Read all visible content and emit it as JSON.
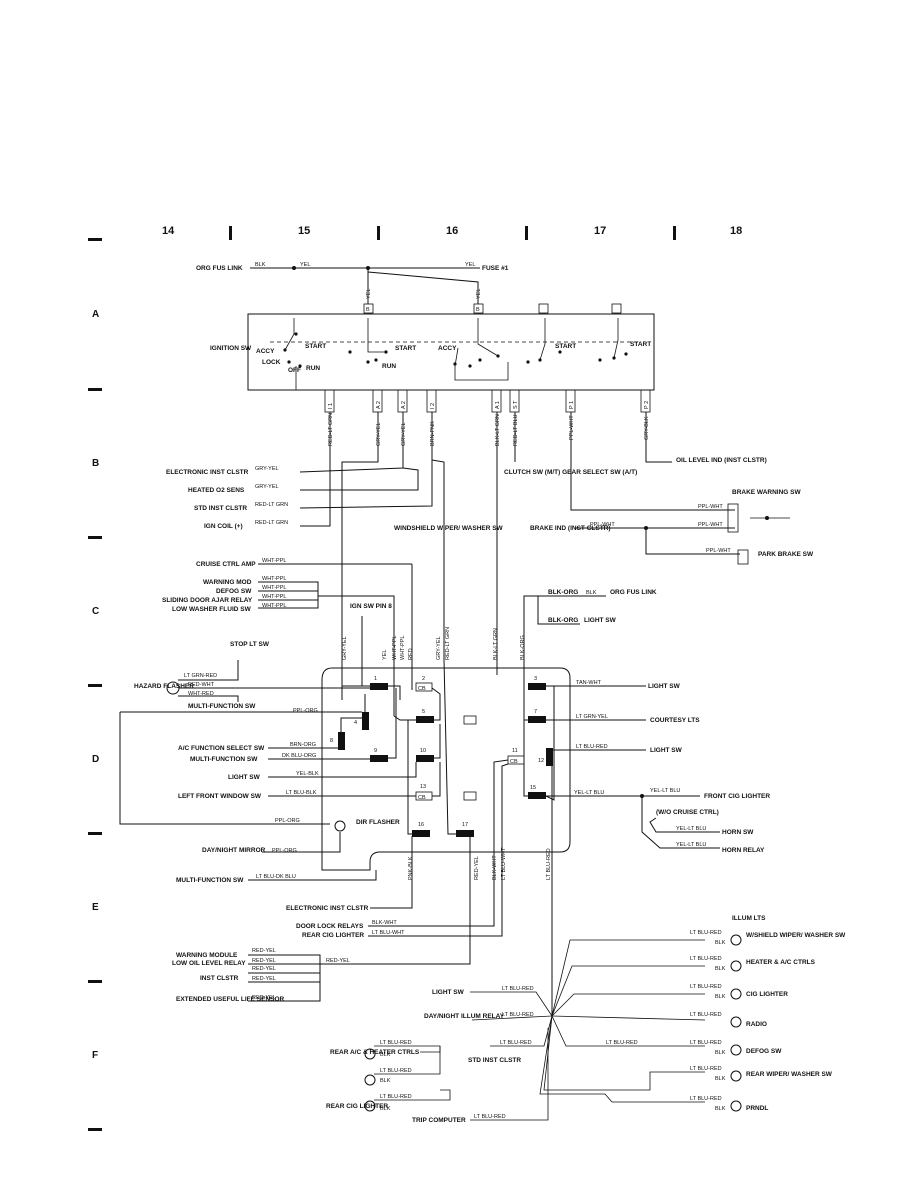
{
  "grid": {
    "columns": [
      "14",
      "15",
      "16",
      "17",
      "18"
    ],
    "rows": [
      "A",
      "B",
      "C",
      "D",
      "E",
      "F"
    ]
  },
  "header": {
    "fuse_link": "ORG FUS LINK",
    "fuse": "FUSE #1",
    "wire_blk": "BLK",
    "wire_yel": "YEL"
  },
  "ignition": {
    "label": "IGNITION SW",
    "accy": "ACCY",
    "lock": "LOCK",
    "off": "OFF",
    "run": "RUN",
    "start": "START",
    "terminal_b": "B",
    "terms": [
      "I 1",
      "A 2",
      "A 2",
      "I 2",
      "A 1",
      "S T",
      "P 1",
      "P 2"
    ],
    "wires": [
      "RED-LT GRN",
      "GRY-YEL",
      "GRY-YEL",
      "BRN-PNK",
      "BLK-LT GRN",
      "RED-LT BLU",
      "PPL-WHT",
      "GRY-BLK"
    ]
  },
  "left_labels": [
    {
      "text": "ELECTRONIC INST CLSTR",
      "wire": "GRY-YEL"
    },
    {
      "text": "HEATED O2 SENS",
      "wire": "GRY-YEL"
    },
    {
      "text": "STD INST CLSTR",
      "wire": "RED-LT GRN"
    },
    {
      "text": "IGN COIL (+)",
      "wire": "RED-LT GRN"
    },
    {
      "text": "CRUISE CTRL AMP",
      "wire": "WHT-PPL"
    },
    {
      "text": "WARNING MOD",
      "wire": "WHT-PPL"
    },
    {
      "text": "DEFOG SW",
      "wire": "WHT-PPL"
    },
    {
      "text": "SLIDING DOOR AJAR RELAY",
      "wire": "WHT-PPL"
    },
    {
      "text": "LOW WASHER FLUID SW",
      "wire": "WHT-PPL"
    }
  ],
  "right_top": {
    "clutch": "CLUTCH SW (M/T) GEAR SELECT SW (A/T)",
    "oil": "OIL LEVEL IND (INST CLSTR)",
    "brake_warning": "BRAKE WARNING SW",
    "brake_ind": "BRAKE IND (INST CLSTR)",
    "park_brake": "PARK BRAKE SW",
    "wire_ppl": "PPL-WHT",
    "windshield": "WINDSHIELD WIPER/ WASHER SW",
    "ign_pin": "IGN SW PIN 8"
  },
  "fuse_block": {
    "blk_org": "BLK-ORG",
    "org_fus_link": "ORG FUS LINK",
    "light_sw": "LIGHT SW",
    "vertical_wires": [
      "GRY-YEL",
      "YEL",
      "WHT-PPL",
      "WHT-PPL",
      "RED",
      "GRY-YEL",
      "RED-LT GRN",
      "BLK-LT GRN",
      "BLK-ORG"
    ],
    "cavities": [
      "1",
      "2",
      "3",
      "4",
      "5",
      "7",
      "8",
      "9",
      "10",
      "11",
      "12",
      "13",
      "15",
      "16",
      "17"
    ],
    "cb": "CB"
  },
  "hazard": {
    "stop": "STOP LT SW",
    "flasher": "HAZARD FLASHER",
    "w1": "LT GRN-RED",
    "w2": "RED-WHT",
    "w3": "WHT-RED",
    "multi": "MULTI-FUNCTION SW"
  },
  "left_mid": [
    {
      "text": "A/C FUNCTION SELECT SW",
      "wire": "BRN-ORG"
    },
    {
      "text": "MULTI-FUNCTION SW",
      "wire": "DK BLU-ORG"
    },
    {
      "text": "LIGHT SW",
      "wire": "YEL-BLK"
    },
    {
      "text": "LEFT FRONT WINDOW SW",
      "wire": "LT BLU-BLK"
    },
    {
      "text": "DAY/NIGHT MIRROR",
      "wire": "PPL-ORG"
    },
    {
      "text": "MULTI-FUNCTION SW",
      "wire": "LT BLU-DK BLU"
    }
  ],
  "ppl_org": "PPL-ORG",
  "dir_flasher": "DIR FLASHER",
  "right_mid": [
    {
      "text": "LIGHT SW",
      "wire": "TAN-WHT"
    },
    {
      "text": "COURTESY LTS",
      "wire": "LT GRN-YEL"
    },
    {
      "text": "LIGHT SW",
      "wire": "LT BLU-RED"
    },
    {
      "text": "FRONT CIG LIGHTER",
      "wire": "YEL-LT BLU"
    }
  ],
  "cruise": {
    "wo": "(W/O CRUISE CTRL)",
    "wire": "YEL-LT BLU",
    "horn_sw": "HORN SW",
    "horn_relay": "HORN RELAY"
  },
  "lower_left": {
    "einst": "ELECTRONIC INST CLSTR",
    "door": "DOOR LOCK RELAYS",
    "door_wire": "BLK-WHT",
    "rear_cig": "REAR CIG LIGHTER",
    "rear_cig_wire": "LT BLU-WHT",
    "warning": "WARNING MODULE",
    "oil": "LOW OIL LEVEL RELAY",
    "inst": "INST CLSTR",
    "ext": "EXTENDED USEFUL LIFE SENSOR",
    "red_yel": "RED-YEL",
    "pnk_blk": "PNK-BLK",
    "blk_wht": "BLK-WHT",
    "lt_blu_wht": "LT BLU-WHT",
    "lt_blu_red": "LT BLU-RED"
  },
  "illum": {
    "title": "ILLUM LTS",
    "wire": "LT BLU-RED",
    "blk": "BLK",
    "loads": [
      "W/SHIELD WIPER/ WASHER SW",
      "HEATER & A/C CTRLS",
      "CIG LIGHTER",
      "RADIO",
      "DEFOG SW",
      "REAR WIPER/ WASHER SW",
      "PRNDL"
    ],
    "light_sw": "LIGHT SW",
    "day_night": "DAY/NIGHT ILLUM RELAY",
    "std_inst": "STD INST CLSTR",
    "rear_ac": "REAR A/C & HEATER CTRLS",
    "rear_cig": "REAR CIG LIGHTER",
    "trip": "TRIP COMPUTER"
  }
}
